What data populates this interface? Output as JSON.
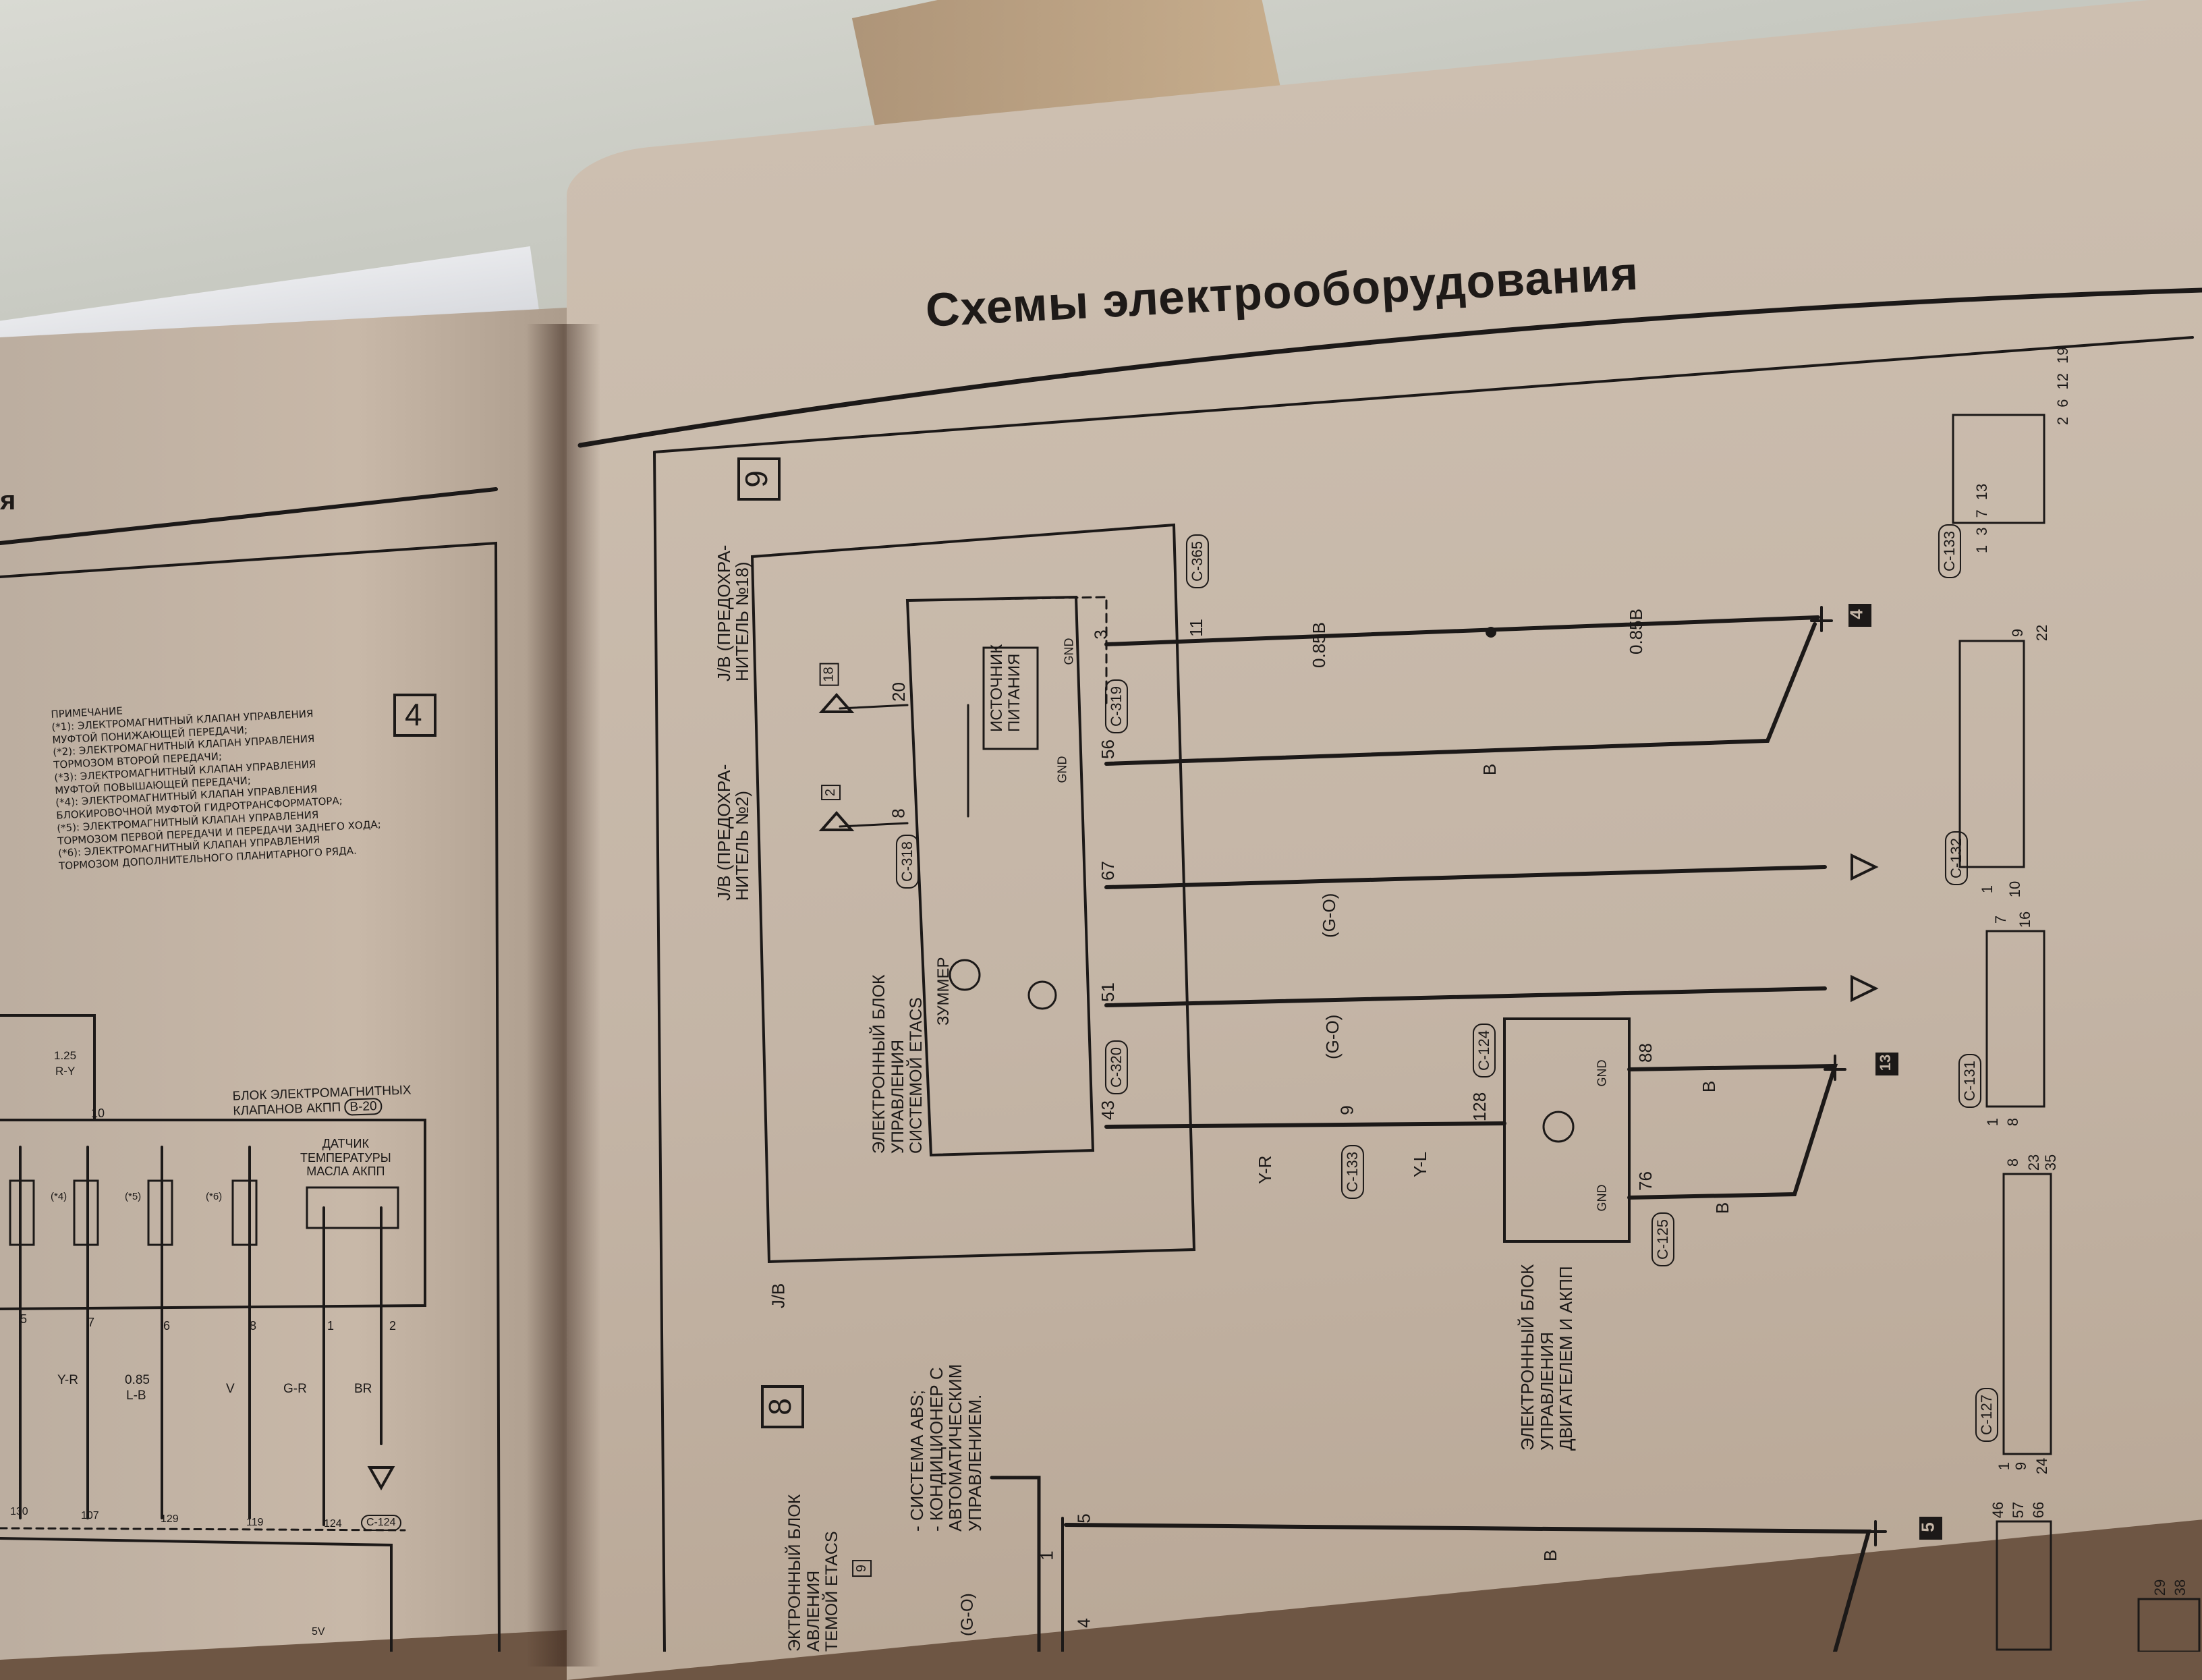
{
  "page": {
    "title": "Схемы электрооборудования",
    "left_header_fragment": "я"
  },
  "right_diagram": {
    "section_9": "9",
    "section_8": "8",
    "jb_fuse_18_line1": "J/B (ПРЕДОХРА-",
    "jb_fuse_18_line2": "НИТЕЛЬ №18)",
    "jb_fuse_2_line1": "J/B (ПРЕДОХРА-",
    "jb_fuse_2_line2": "НИТЕЛЬ №2)",
    "fuse_18_num": "18",
    "fuse_2_num": "2",
    "power_source_line1": "ИСТОЧНИК",
    "power_source_line2": "ПИТАНИЯ",
    "buzzer": "ЗУММЕР",
    "etacs_line1": "ЭЛЕКТРОННЫЙ БЛОК",
    "etacs_line2": "УПРАВЛЕНИЯ",
    "etacs_line3": "СИСТЕМОЙ ETACS",
    "jb_label": "J/B",
    "conn_c365": "C-365",
    "conn_c319": "C-319",
    "conn_c318": "C-318",
    "conn_c320": "C-320",
    "conn_c124": "C-124",
    "conn_c133": "C-133",
    "conn_c125": "C-125",
    "gnd": "GND",
    "pin_11": "11",
    "pin_3": "3",
    "pin_20": "20",
    "pin_8": "8",
    "pin_56": "56",
    "pin_67": "67",
    "pin_51": "51",
    "pin_43": "43",
    "pin_9": "9",
    "pin_128": "128",
    "pin_88": "88",
    "pin_76": "76",
    "pin_5": "5",
    "pin_4": "4",
    "pin_1": "1",
    "wire_085b": "0.85B",
    "wire_b": "B",
    "wire_go": "(G-O)",
    "wire_yr": "Y-R",
    "wire_yl": "Y-L",
    "ground_4": "4",
    "ground_13": "13",
    "ground_5": "5",
    "ecu_engine_line1": "ЭЛЕКТРОННЫЙ БЛОК",
    "ecu_engine_line2": "УПРАВЛЕНИЯ",
    "ecu_engine_line3": "ДВИГАТЕЛЕМ И АКПП",
    "s8_item1": "- СИСТЕМА ABS;",
    "s8_item2": "- КОНДИЦИОНЕР С",
    "s8_item3": "АВТОМАТИЧЕСКИМ",
    "s8_item4": "УПРАВЛЕНИЕМ.",
    "s8_etacs_line1": "ЭКТРОННЫЙ БЛОК",
    "s8_etacs_line2": "АВЛЕНИЯ",
    "s8_etacs_line3": "ТЕМОЙ ETACS",
    "s8_fuse": "9",
    "s8_go": "(G-O)"
  },
  "connector_legend": {
    "c133": {
      "label": "C-133",
      "left": [
        "1",
        "3",
        "7",
        "13"
      ],
      "right": [
        "2",
        "6",
        "12",
        "19"
      ]
    },
    "c132": {
      "label": "C-132",
      "left": [
        "1"
      ],
      "right": [
        "9",
        "22"
      ],
      "bottom": [
        "10"
      ]
    },
    "c131": {
      "label": "C-131",
      "left": [
        "1",
        "8"
      ],
      "right": [
        "7",
        "16"
      ]
    },
    "c127": {
      "label": "C-127",
      "left": [
        "1",
        "9",
        "24"
      ],
      "right": [
        "8",
        "23",
        "35"
      ]
    },
    "c_misc": {
      "left": [
        "46",
        "57",
        "66"
      ],
      "right": [
        "29",
        "38"
      ]
    }
  },
  "left_diagram": {
    "section_4": "4",
    "note_title": "ПРИМЕЧАНИЕ",
    "note_lines": [
      "(*1): ЭЛЕКТРОМАГНИТНЫЙ КЛАПАН УПРАВЛЕНИЯ",
      "МУФТОЙ ПОНИЖАЮЩЕЙ ПЕРЕДАЧИ;",
      "(*2): ЭЛЕКТРОМАГНИТНЫЙ КЛАПАН УПРАВЛЕНИЯ",
      "ТОРМОЗОМ ВТОРОЙ ПЕРЕДАЧИ;",
      "(*3): ЭЛЕКТРОМАГНИТНЫЙ КЛАПАН УПРАВЛЕНИЯ",
      "МУФТОЙ ПОВЫШАЮЩЕЙ ПЕРЕДАЧИ;",
      "(*4): ЭЛЕКТРОМАГНИТНЫЙ КЛАПАН УПРАВЛЕНИЯ",
      "БЛОКИРОВОЧНОЙ МУФТОЙ ГИДРОТРАНСФОРМАТОРА;",
      "(*5): ЭЛЕКТРОМАГНИТНЫЙ КЛАПАН УПРАВЛЕНИЯ",
      "ТОРМОЗОМ ПЕРВОЙ ПЕРЕДАЧИ И ПЕРЕДАЧИ ЗАДНЕГО ХОДА;",
      "(*6): ЭЛЕКТРОМАГНИТНЫЙ КЛАПАН УПРАВЛЕНИЯ",
      "ТОРМОЗОМ ДОПОЛНИТЕЛЬНОГО ПЛАНИТАРНОГО РЯДА."
    ],
    "valve_block_line1": "БЛОК ЭЛЕКТРОМАГНИТНЫХ",
    "valve_block_line2": "КЛАПАНОВ АКПП",
    "conn_b20": "B-20",
    "sensor_line1": "ДАТЧИК",
    "sensor_line2": "ТЕМПЕРАТУРЫ",
    "sensor_line3": "МАСЛА АКПП",
    "wire_125": "1.25",
    "wire_ry": "R-Y",
    "pin_10": "10",
    "pin_2": "2",
    "valve_tags": [
      "(*4)",
      "(*5)",
      "(*6)"
    ],
    "pins_bottom": [
      "5",
      "7",
      "6",
      "8",
      "1",
      "2"
    ],
    "wire_labels": [
      "Y-R",
      "0.85",
      "L-B",
      "V",
      "G-R",
      "BR"
    ],
    "ecu_pins": [
      "130",
      "107",
      "129",
      "119",
      "124"
    ],
    "conn_c124": "C-124",
    "volt_5v": "5V"
  }
}
